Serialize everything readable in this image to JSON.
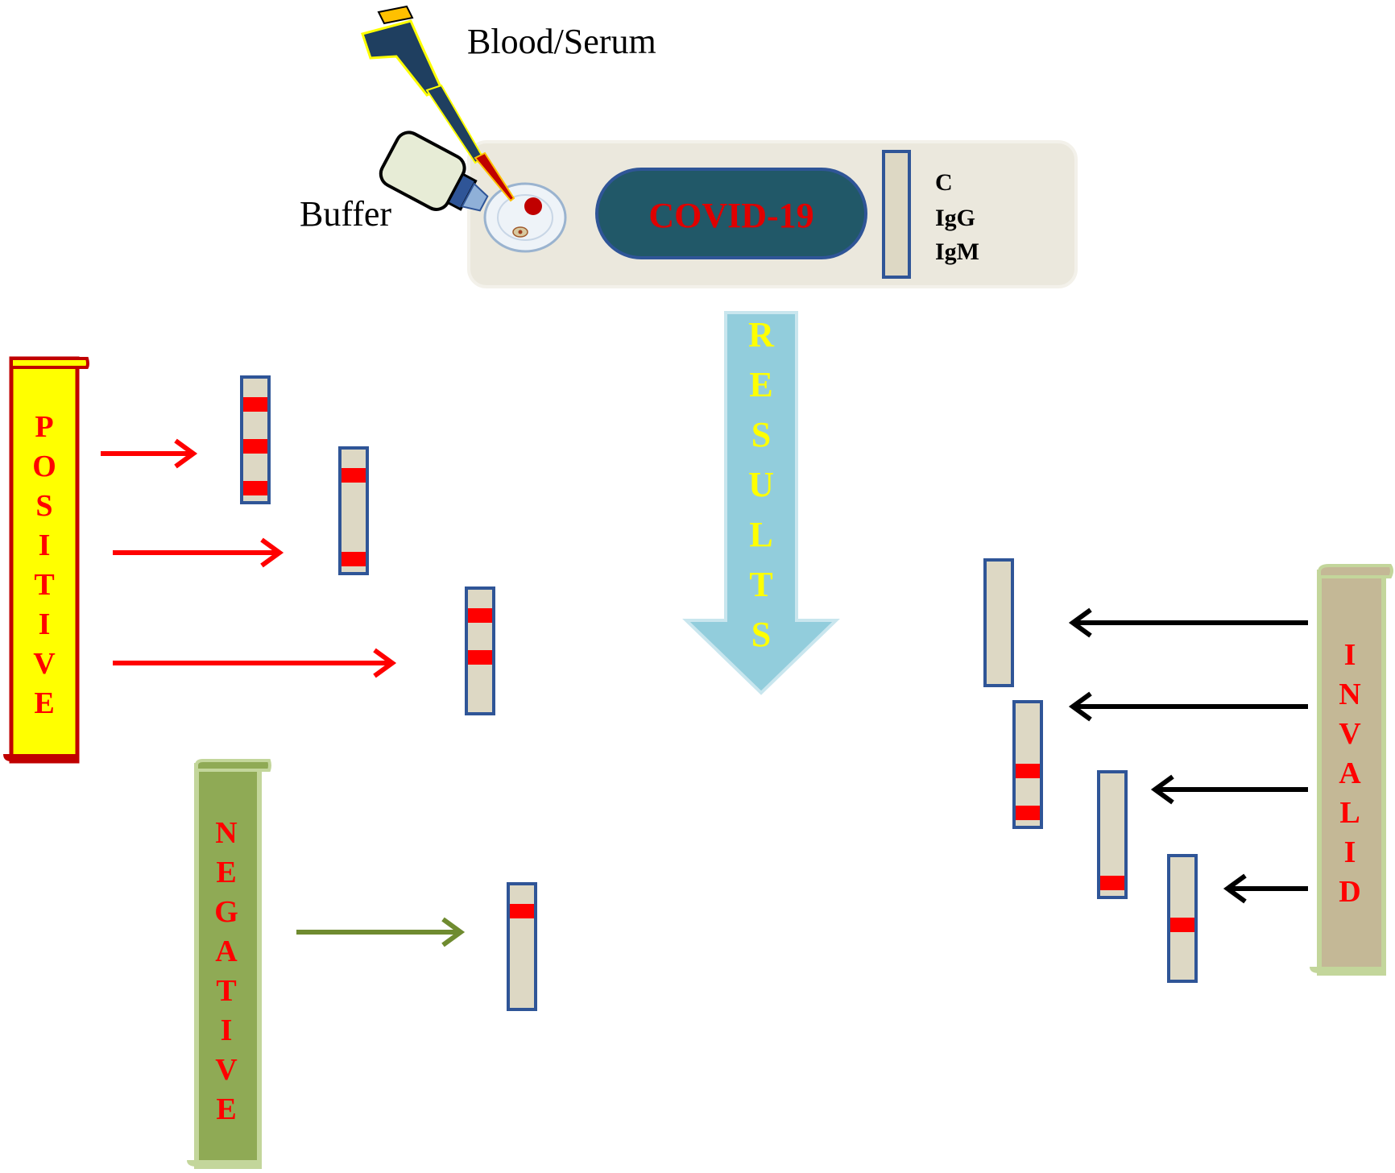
{
  "device": {
    "brand_label": "COVID-19",
    "line_labels": [
      "C",
      "IgG",
      "IgM"
    ]
  },
  "reagents": {
    "sample_label": "Blood/Serum",
    "buffer_label": "Buffer"
  },
  "results_label": "RESULTS",
  "categories": {
    "positive": {
      "label": "POSITIVE",
      "color": "#ff0000",
      "banner_color": "#ffff00"
    },
    "negative": {
      "label": "NEGATIVE",
      "color": "#ff0000",
      "banner_color": "#8faa55"
    },
    "invalid": {
      "label": "INVALID",
      "color": "#ff0000",
      "banner_color": "#c4b896"
    }
  },
  "colors": {
    "band": "#ff0000",
    "strip_fill": "#ddd8c4",
    "strip_border": "#2f5597",
    "positive_arrow": "#ff0000",
    "negative_arrow": "#6f8b30",
    "invalid_arrow": "#000000",
    "results_arrow": "#92cddc",
    "results_text": "#ffff00",
    "device_oval": "#215868"
  },
  "strips": {
    "positive": [
      {
        "bands": [
          "C",
          "IgG",
          "IgM"
        ]
      },
      {
        "bands": [
          "C",
          "IgM"
        ]
      },
      {
        "bands": [
          "C",
          "IgG"
        ]
      }
    ],
    "negative": [
      {
        "bands": [
          "C"
        ]
      }
    ],
    "invalid": [
      {
        "bands": []
      },
      {
        "bands": [
          "IgG",
          "IgM"
        ]
      },
      {
        "bands": [
          "IgM"
        ]
      },
      {
        "bands": [
          "IgG"
        ]
      }
    ]
  }
}
